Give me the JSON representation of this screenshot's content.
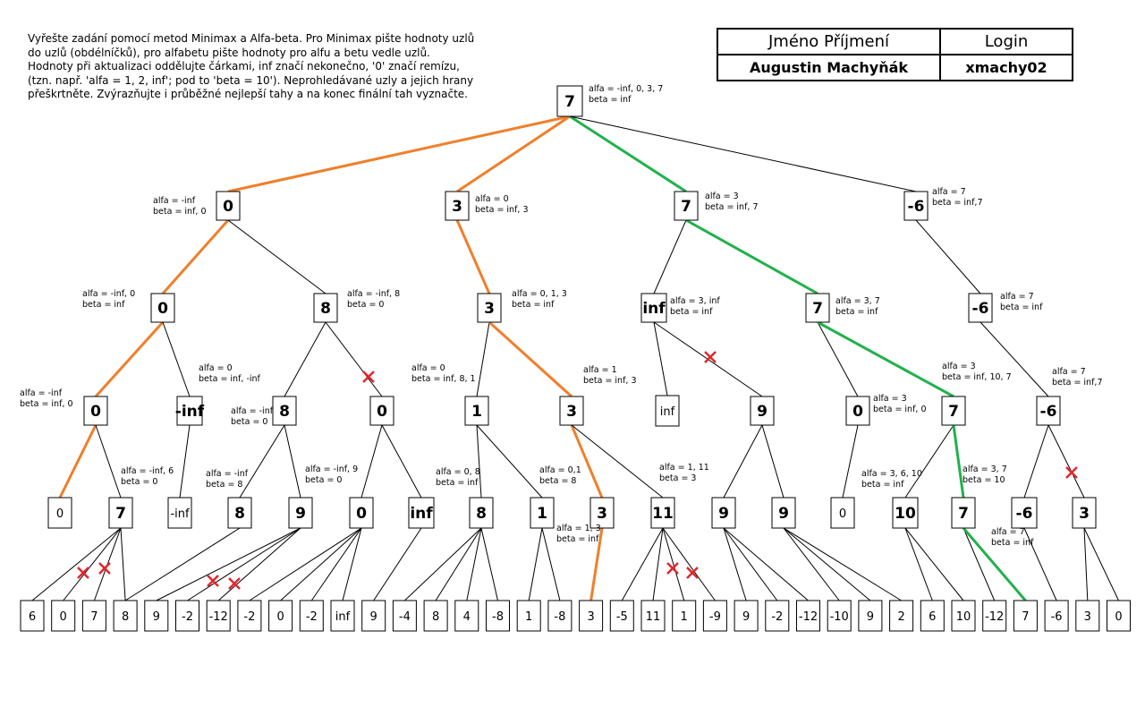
{
  "instructions": [
    "Vyřešte zadání pomocí metod Minimax a Alfa-beta. Pro Minimax pište hodnoty uzlů",
    "do uzlů (obdélníčků), pro alfabetu pište hodnoty pro alfu a betu vedle uzlů.",
    "Hodnoty při aktualizaci oddělujte čárkami, inf značí nekonečno, '0' značí remízu,",
    "(tzn. např. 'alfa = 1, 2, inf'; pod to 'beta = 10'). Neprohledávané uzly a jejich hrany",
    "přeškrtněte. Zvýrazňujte i průběžné nejlepší tahy a na konec finální tah vyznačte."
  ],
  "header": {
    "name_label": "Jméno Příjmení",
    "login_label": "Login",
    "name_value": "Augustin Machyňák",
    "login_value": "xmachy02"
  },
  "colors": {
    "current_best": "#f07f2a",
    "final_move": "#22b14c",
    "pruned": "#e0262c",
    "edge": "#000000"
  },
  "tree": {
    "nodes": [
      {
        "id": "root",
        "value": "7",
        "bold": true,
        "ab": [
          "alfa = -inf, 0, 3, 7",
          "beta = inf"
        ],
        "abSide": "r"
      },
      {
        "id": "A",
        "value": "0",
        "bold": true,
        "ab": [
          "alfa = -inf",
          "beta = inf, 0"
        ],
        "abSide": "l"
      },
      {
        "id": "B",
        "value": "3",
        "bold": true,
        "ab": [
          "alfa = 0",
          "beta = inf, 3"
        ],
        "abSide": "r"
      },
      {
        "id": "C",
        "value": "7",
        "bold": true,
        "ab": [
          "alfa = 3",
          "beta = inf, 7"
        ],
        "abSide": "r"
      },
      {
        "id": "D",
        "value": "-6",
        "bold": true,
        "ab": [
          "alfa = 7",
          "beta = inf,7"
        ],
        "abSide": "r"
      },
      {
        "id": "A1",
        "value": "0",
        "bold": true,
        "ab": [
          "alfa = -inf, 0",
          "beta = inf"
        ],
        "abSide": "l"
      },
      {
        "id": "A2",
        "value": "8",
        "bold": true,
        "ab": [
          "alfa = -inf, 8",
          "beta = 0"
        ],
        "abSide": "r"
      },
      {
        "id": "B1",
        "value": "3",
        "bold": true,
        "ab": [
          "alfa = 0, 1, 3",
          "beta = inf"
        ],
        "abSide": "r"
      },
      {
        "id": "C1",
        "value": "inf",
        "bold": true,
        "ab": [
          "alfa = 3, inf",
          "beta = inf"
        ],
        "abSide": "r"
      },
      {
        "id": "C2",
        "value": "7",
        "bold": true,
        "ab": [
          "alfa = 3, 7",
          "beta = inf"
        ],
        "abSide": "r"
      },
      {
        "id": "D1",
        "value": "-6",
        "bold": true,
        "ab": [
          "alfa = 7",
          "beta = inf"
        ],
        "abSide": "r"
      },
      {
        "id": "A1a",
        "value": "0",
        "bold": true,
        "ab": [
          "alfa = -inf",
          "beta = inf, 0"
        ],
        "abSide": "l"
      },
      {
        "id": "A1b",
        "value": "-inf",
        "bold": true,
        "ab": [
          "alfa = 0",
          "beta = inf, -inf"
        ],
        "abSide": "at"
      },
      {
        "id": "A2a",
        "value": "8",
        "bold": true,
        "ab": [
          "alfa = -inf",
          "beta = 0"
        ],
        "abSide": "l"
      },
      {
        "id": "A2b",
        "value": "0",
        "bold": true,
        "ab": [],
        "abSide": "r"
      },
      {
        "id": "B1a",
        "value": "1",
        "bold": true,
        "ab": [
          "alfa = 0",
          "beta = inf, 8, 1"
        ],
        "abSide": "at"
      },
      {
        "id": "B1b",
        "value": "3",
        "bold": true,
        "ab": [
          "alfa = 1",
          "beta = inf, 3"
        ],
        "abSide": "at"
      },
      {
        "id": "C1a",
        "value": "inf",
        "bold": false,
        "ab": [],
        "abSide": "r"
      },
      {
        "id": "C1b",
        "value": "9",
        "bold": true,
        "ab": [],
        "abSide": "r"
      },
      {
        "id": "C2a",
        "value": "0",
        "bold": true,
        "ab": [
          "alfa = 3",
          "beta = inf, 0"
        ],
        "abSide": "r"
      },
      {
        "id": "C2b",
        "value": "7",
        "bold": true,
        "ab": [
          "alfa = 3",
          "beta = inf, 10, 7"
        ],
        "abSide": "at"
      },
      {
        "id": "D1a",
        "value": "-6",
        "bold": true,
        "ab": [
          "alfa = 7",
          "beta = inf,7"
        ],
        "abSide": "at"
      },
      {
        "id": "L1",
        "value": "0",
        "bold": false,
        "ab": [],
        "abSide": "r"
      },
      {
        "id": "L2",
        "value": "7",
        "bold": true,
        "ab": [
          "alfa = -inf, 6",
          "beta = 0"
        ],
        "abSide": "at"
      },
      {
        "id": "L3",
        "value": "-inf",
        "bold": false,
        "ab": [],
        "abSide": "r"
      },
      {
        "id": "L4",
        "value": "8",
        "bold": true,
        "ab": [
          "alfa = -inf",
          "beta = 8"
        ],
        "abSide": "at"
      },
      {
        "id": "L5",
        "value": "9",
        "bold": true,
        "ab": [
          "alfa = -inf, 9",
          "beta = 0"
        ],
        "abSide": "at"
      },
      {
        "id": "L6",
        "value": "0",
        "bold": true,
        "ab": [],
        "abSide": "r"
      },
      {
        "id": "L7",
        "value": "inf",
        "bold": true,
        "ab": [],
        "abSide": "r"
      },
      {
        "id": "L8",
        "value": "8",
        "bold": true,
        "ab": [
          "alfa = 0, 8",
          "beta = inf"
        ],
        "abSide": "at"
      },
      {
        "id": "L9",
        "value": "1",
        "bold": true,
        "ab": [
          "alfa = 0,1",
          "beta = 8"
        ],
        "abSide": "at"
      },
      {
        "id": "L10",
        "value": "3",
        "bold": true,
        "ab": [
          "alfa = 1, 3",
          "beta = inf"
        ],
        "abSide": "at"
      },
      {
        "id": "L11",
        "value": "11",
        "bold": true,
        "ab": [
          "alfa = 1, 11",
          "beta = 3"
        ],
        "abSide": "at"
      },
      {
        "id": "L12",
        "value": "9",
        "bold": true,
        "ab": [],
        "abSide": "r"
      },
      {
        "id": "L13",
        "value": "9",
        "bold": true,
        "ab": [],
        "abSide": "r"
      },
      {
        "id": "L14",
        "value": "0",
        "bold": false,
        "ab": [],
        "abSide": "r"
      },
      {
        "id": "L15",
        "value": "10",
        "bold": true,
        "ab": [
          "alfa = 3, 6, 10",
          "beta = inf"
        ],
        "abSide": "at"
      },
      {
        "id": "L16",
        "value": "7",
        "bold": true,
        "ab": [
          "alfa = 3, 7",
          "beta = 10"
        ],
        "abSide": "at"
      },
      {
        "id": "L17",
        "value": "-6",
        "bold": true,
        "ab": [
          "alfa = 7",
          "beta = inf"
        ],
        "abSide": "at"
      },
      {
        "id": "L18",
        "value": "3",
        "bold": true,
        "ab": [],
        "abSide": "r"
      }
    ],
    "edges": [
      [
        "root",
        "A",
        "orange"
      ],
      [
        "root",
        "B",
        "orange"
      ],
      [
        "root",
        "C",
        "green"
      ],
      [
        "root",
        "D",
        "black"
      ],
      [
        "A",
        "A1",
        "orange"
      ],
      [
        "A",
        "A2",
        "black"
      ],
      [
        "B",
        "B1",
        "orange"
      ],
      [
        "C",
        "C1",
        "black"
      ],
      [
        "C",
        "C2",
        "green"
      ],
      [
        "D",
        "D1",
        "black"
      ],
      [
        "A1",
        "A1a",
        "orange"
      ],
      [
        "A1",
        "A1b",
        "black"
      ],
      [
        "A2",
        "A2a",
        "black"
      ],
      [
        "A2",
        "A2b",
        "black"
      ],
      [
        "B1",
        "B1a",
        "black"
      ],
      [
        "B1",
        "B1b",
        "orange"
      ],
      [
        "C1",
        "C1a",
        "black"
      ],
      [
        "C1",
        "C1b",
        "black"
      ],
      [
        "C2",
        "C2a",
        "black"
      ],
      [
        "C2",
        "C2b",
        "green"
      ],
      [
        "D1",
        "D1a",
        "black"
      ],
      [
        "A1a",
        "L1",
        "orange"
      ],
      [
        "A1a",
        "L2",
        "black"
      ],
      [
        "A1b",
        "L3",
        "black"
      ],
      [
        "A2a",
        "L4",
        "black"
      ],
      [
        "A2a",
        "L5",
        "black"
      ],
      [
        "A2b",
        "L6",
        "black"
      ],
      [
        "A2b",
        "L7",
        "black"
      ],
      [
        "B1a",
        "L8",
        "black"
      ],
      [
        "B1a",
        "L9",
        "black"
      ],
      [
        "B1b",
        "L10",
        "orange"
      ],
      [
        "B1b",
        "L11",
        "black"
      ],
      [
        "C1b",
        "L12",
        "black"
      ],
      [
        "C1b",
        "L13",
        "black"
      ],
      [
        "C2a",
        "L14",
        "black"
      ],
      [
        "C2b",
        "L15",
        "black"
      ],
      [
        "C2b",
        "L16",
        "green"
      ],
      [
        "D1a",
        "L17",
        "black"
      ],
      [
        "D1a",
        "L18",
        "black"
      ]
    ],
    "leaves": [
      "6",
      "0",
      "7",
      "8",
      "9",
      "-2",
      "-12",
      "-2",
      "0",
      "-2",
      "inf",
      "9",
      "-4",
      "8",
      "4",
      "-8",
      "1",
      "-8",
      "3",
      "-5",
      "11",
      "1",
      "-9",
      "9",
      "-2",
      "-12",
      "-10",
      "9",
      "2",
      "6",
      "10",
      "-12",
      "7",
      "-6",
      "3",
      "0"
    ],
    "leaf_edges": [
      [
        "L2",
        0,
        "black"
      ],
      [
        "L2",
        1,
        "black"
      ],
      [
        "L2",
        2,
        "black"
      ],
      [
        "L2",
        3,
        "black"
      ],
      [
        "L4",
        3,
        "black"
      ],
      [
        "L5",
        4,
        "black"
      ],
      [
        "L5",
        5,
        "black"
      ],
      [
        "L5",
        6,
        "black"
      ],
      [
        "L6",
        7,
        "black"
      ],
      [
        "L6",
        8,
        "black"
      ],
      [
        "L6",
        9,
        "black"
      ],
      [
        "L6",
        10,
        "black"
      ],
      [
        "L7",
        11,
        "black"
      ],
      [
        "L8",
        12,
        "black"
      ],
      [
        "L8",
        13,
        "black"
      ],
      [
        "L8",
        14,
        "black"
      ],
      [
        "L8",
        15,
        "black"
      ],
      [
        "L9",
        16,
        "black"
      ],
      [
        "L9",
        17,
        "black"
      ],
      [
        "L10",
        18,
        "orange"
      ],
      [
        "L11",
        19,
        "black"
      ],
      [
        "L11",
        20,
        "black"
      ],
      [
        "L11",
        21,
        "black"
      ],
      [
        "L11",
        22,
        "black"
      ],
      [
        "L12",
        23,
        "black"
      ],
      [
        "L12",
        24,
        "black"
      ],
      [
        "L12",
        25,
        "black"
      ],
      [
        "L13",
        26,
        "black"
      ],
      [
        "L13",
        27,
        "black"
      ],
      [
        "L13",
        28,
        "black"
      ],
      [
        "L15",
        29,
        "black"
      ],
      [
        "L15",
        30,
        "black"
      ],
      [
        "L16",
        31,
        "black"
      ],
      [
        "L16",
        32,
        "green"
      ],
      [
        "L17",
        33,
        "black"
      ],
      [
        "L18",
        34,
        "black"
      ],
      [
        "L18",
        35,
        "black"
      ]
    ]
  }
}
